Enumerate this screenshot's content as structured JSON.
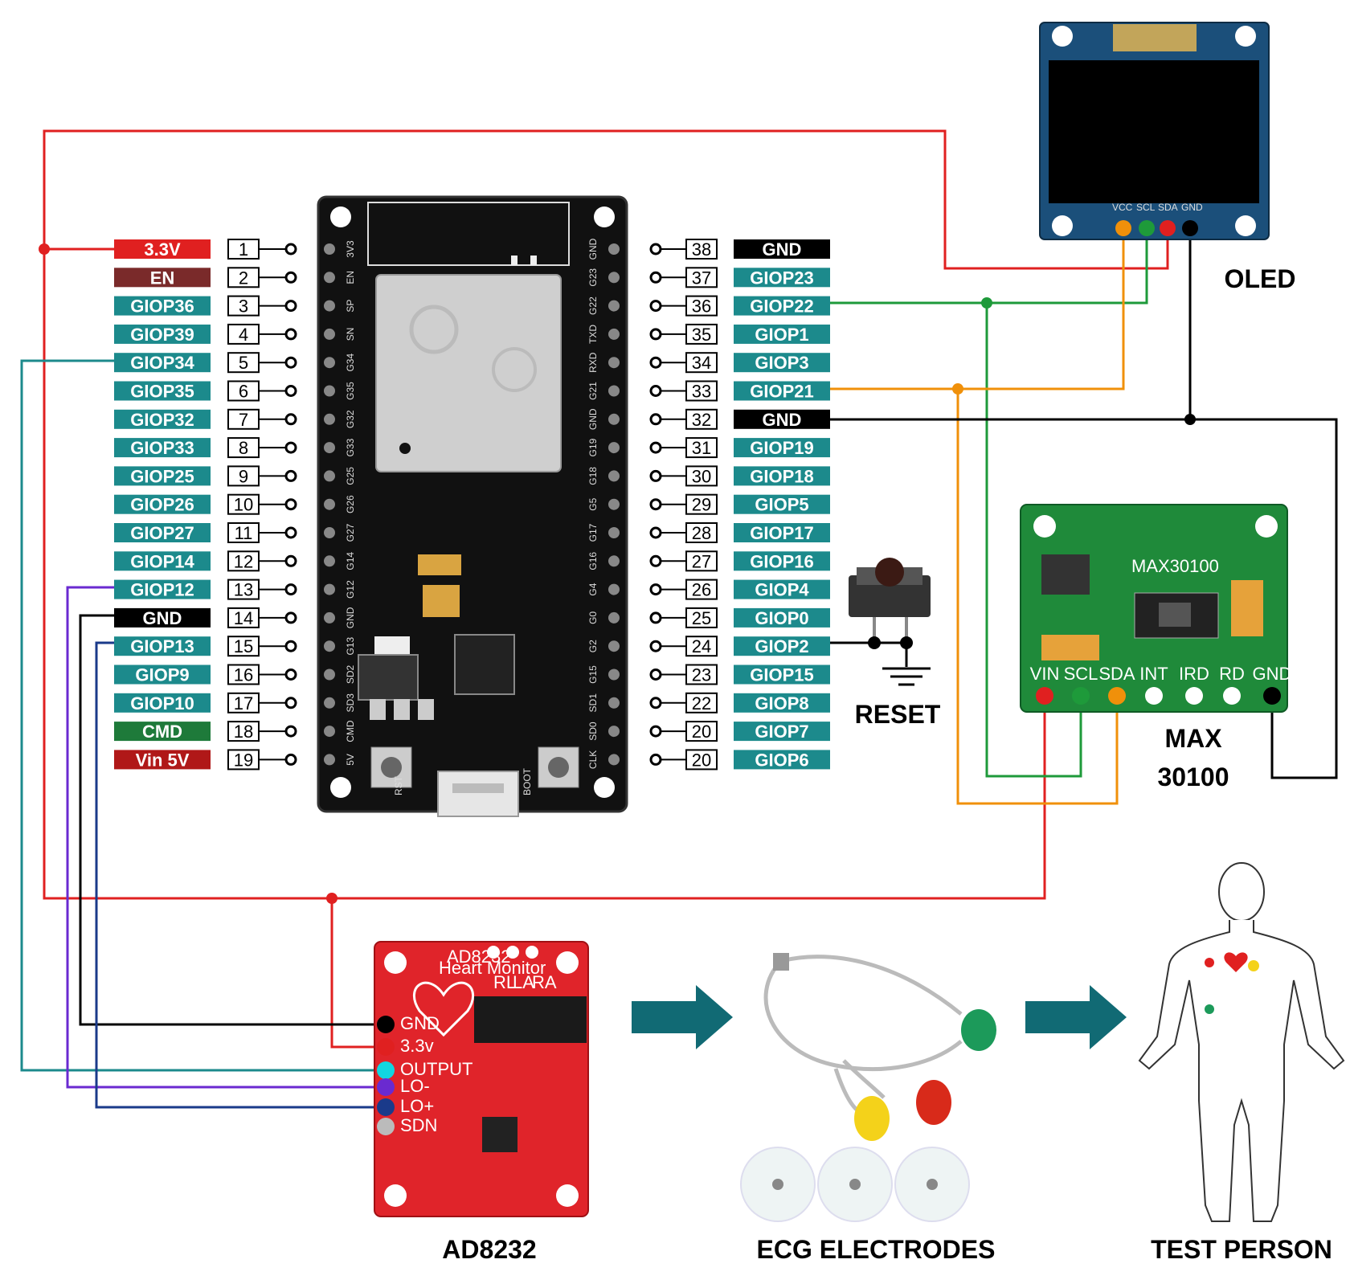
{
  "left_pins": [
    {
      "label": "3.3V",
      "num": "1",
      "color": "#e02020"
    },
    {
      "label": "EN",
      "num": "2",
      "color": "#7a2a2a"
    },
    {
      "label": "GIOP36",
      "num": "3",
      "color": "#1c8a8c"
    },
    {
      "label": "GIOP39",
      "num": "4",
      "color": "#1c8a8c"
    },
    {
      "label": "GIOP34",
      "num": "5",
      "color": "#1c8a8c"
    },
    {
      "label": "GIOP35",
      "num": "6",
      "color": "#1c8a8c"
    },
    {
      "label": "GIOP32",
      "num": "7",
      "color": "#1c8a8c"
    },
    {
      "label": "GIOP33",
      "num": "8",
      "color": "#1c8a8c"
    },
    {
      "label": "GIOP25",
      "num": "9",
      "color": "#1c8a8c"
    },
    {
      "label": "GIOP26",
      "num": "10",
      "color": "#1c8a8c"
    },
    {
      "label": "GIOP27",
      "num": "11",
      "color": "#1c8a8c"
    },
    {
      "label": "GIOP14",
      "num": "12",
      "color": "#1c8a8c"
    },
    {
      "label": "GIOP12",
      "num": "13",
      "color": "#1c8a8c"
    },
    {
      "label": "GND",
      "num": "14",
      "color": "#000000"
    },
    {
      "label": "GIOP13",
      "num": "15",
      "color": "#1c8a8c"
    },
    {
      "label": "GIOP9",
      "num": "16",
      "color": "#1c8a8c"
    },
    {
      "label": "GIOP10",
      "num": "17",
      "color": "#1c8a8c"
    },
    {
      "label": "CMD",
      "num": "18",
      "color": "#1e7a3a"
    },
    {
      "label": "Vin 5V",
      "num": "19",
      "color": "#b01818"
    }
  ],
  "right_pins": [
    {
      "label": "GND",
      "num": "38",
      "color": "#000000"
    },
    {
      "label": "GIOP23",
      "num": "37",
      "color": "#1c8a8c"
    },
    {
      "label": "GIOP22",
      "num": "36",
      "color": "#1c8a8c"
    },
    {
      "label": "GIOP1",
      "num": "35",
      "color": "#1c8a8c"
    },
    {
      "label": "GIOP3",
      "num": "34",
      "color": "#1c8a8c"
    },
    {
      "label": "GIOP21",
      "num": "33",
      "color": "#1c8a8c"
    },
    {
      "label": "GND",
      "num": "32",
      "color": "#000000"
    },
    {
      "label": "GIOP19",
      "num": "31",
      "color": "#1c8a8c"
    },
    {
      "label": "GIOP18",
      "num": "30",
      "color": "#1c8a8c"
    },
    {
      "label": "GIOP5",
      "num": "29",
      "color": "#1c8a8c"
    },
    {
      "label": "GIOP17",
      "num": "28",
      "color": "#1c8a8c"
    },
    {
      "label": "GIOP16",
      "num": "27",
      "color": "#1c8a8c"
    },
    {
      "label": "GIOP4",
      "num": "26",
      "color": "#1c8a8c"
    },
    {
      "label": "GIOP0",
      "num": "25",
      "color": "#1c8a8c"
    },
    {
      "label": "GIOP2",
      "num": "24",
      "color": "#1c8a8c"
    },
    {
      "label": "GIOP15",
      "num": "23",
      "color": "#1c8a8c"
    },
    {
      "label": "GIOP8",
      "num": "22",
      "color": "#1c8a8c"
    },
    {
      "label": "GIOP7",
      "num": "20",
      "color": "#1c8a8c"
    },
    {
      "label": "GIOP6",
      "num": "20",
      "color": "#1c8a8c"
    }
  ],
  "labels": {
    "oled": "OLED",
    "reset": "RESET",
    "max_line1": "MAX",
    "max_line2": "30100",
    "ad8232": "AD8232",
    "ecg": "ECG ELECTRODES",
    "person": "TEST PERSON"
  },
  "oled_pins": [
    "VCC",
    "SCL",
    "SDA",
    "GND"
  ],
  "max_module": {
    "title": "MAX30100",
    "pins": [
      "VIN",
      "SCL",
      "SDA",
      "INT",
      "IRD",
      "RD",
      "GND"
    ]
  },
  "ad8232_module": {
    "title": "AD8232",
    "subtitle": "Heart Monitor",
    "pins": [
      "GND",
      "3.3v",
      "OUTPUT",
      "LO-",
      "LO+",
      "SDN"
    ],
    "top_pins": [
      "RL",
      "LA",
      "RA"
    ]
  },
  "board": {
    "buttons": [
      "RST",
      "BOOT"
    ],
    "left_silk": [
      "3V3",
      "EN",
      "SP",
      "SN",
      "G34",
      "G35",
      "G32",
      "G33",
      "G25",
      "G26",
      "G27",
      "G14",
      "G12",
      "GND",
      "G13",
      "SD2",
      "SD3",
      "CMD",
      "5V"
    ],
    "right_silk": [
      "GND",
      "G23",
      "G22",
      "TXD",
      "RXD",
      "G21",
      "GND",
      "G19",
      "G18",
      "G5",
      "G17",
      "G16",
      "G4",
      "G0",
      "G2",
      "G15",
      "SD1",
      "SD0",
      "CLK"
    ]
  },
  "wire_colors": {
    "power": "#e02020",
    "ground": "#000000",
    "scl": "#1e9a3a",
    "sda": "#f0900a",
    "output": "#1c8a8c",
    "lo_minus": "#6a2ad0",
    "lo_plus": "#1a3a8a",
    "arrow": "#116a74"
  }
}
